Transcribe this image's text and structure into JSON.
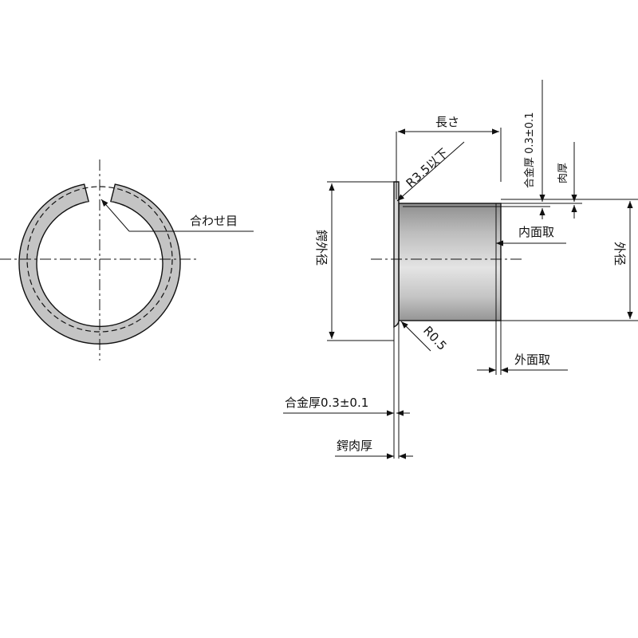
{
  "labels": {
    "seam": "合わせ目",
    "length": "長さ",
    "flange_radius": "R3.5以下",
    "alloy_thickness_top": "合金厚 0.3±0.1",
    "wall_thickness": "肉厚",
    "inner_chamfer": "内面取",
    "outer_diameter": "外径",
    "flange_outer_diameter": "鍔外径",
    "corner_radius": "R0.5",
    "outer_chamfer": "外面取",
    "alloy_thickness_bottom": "合金厚0.3±0.1",
    "flange_thickness": "鍔肉厚"
  },
  "colors": {
    "line": "#111111",
    "body_fill": "#c4c4c4",
    "shade_dark": "#9a9a9a",
    "shade_light": "#e2e2e2"
  }
}
